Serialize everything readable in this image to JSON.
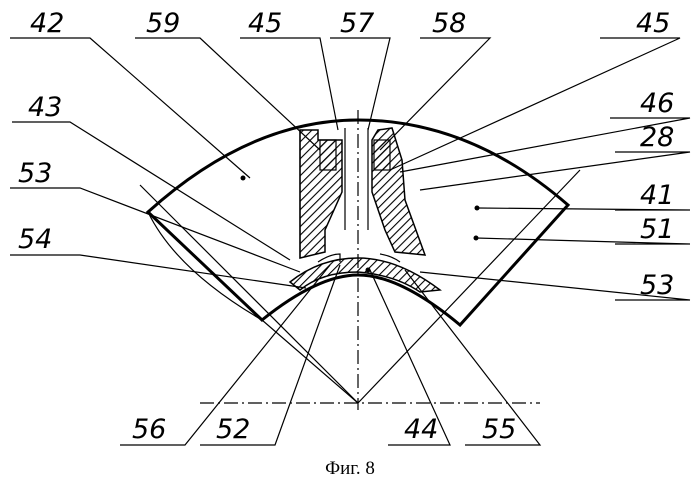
{
  "figure": {
    "caption": "Фиг. 8",
    "labels": {
      "l42": "42",
      "l59": "59",
      "l45a": "45",
      "l57": "57",
      "l58": "58",
      "l45b": "45",
      "l43": "43",
      "l46": "46",
      "l28": "28",
      "l53a": "53",
      "l41": "41",
      "l54": "54",
      "l51": "51",
      "l53b": "53",
      "l56": "56",
      "l52": "52",
      "l44": "44",
      "l55": "55"
    }
  }
}
